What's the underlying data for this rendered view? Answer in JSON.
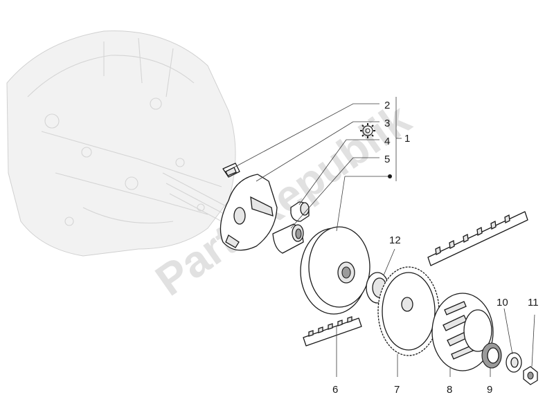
{
  "watermark": "PartsRepublik",
  "callouts": [
    {
      "id": "2",
      "label": "2"
    },
    {
      "id": "3",
      "label": "3"
    },
    {
      "id": "4",
      "label": "4"
    },
    {
      "id": "5",
      "label": "5"
    },
    {
      "id": "1",
      "label": "1"
    },
    {
      "id": "12",
      "label": "12"
    },
    {
      "id": "6",
      "label": "6"
    },
    {
      "id": "7",
      "label": "7"
    },
    {
      "id": "8",
      "label": "8"
    },
    {
      "id": "9",
      "label": "9"
    },
    {
      "id": "10",
      "label": "10"
    },
    {
      "id": "11",
      "label": "11"
    }
  ],
  "icons": {
    "kit": "gear-icon",
    "bullet": "dot-icon"
  }
}
